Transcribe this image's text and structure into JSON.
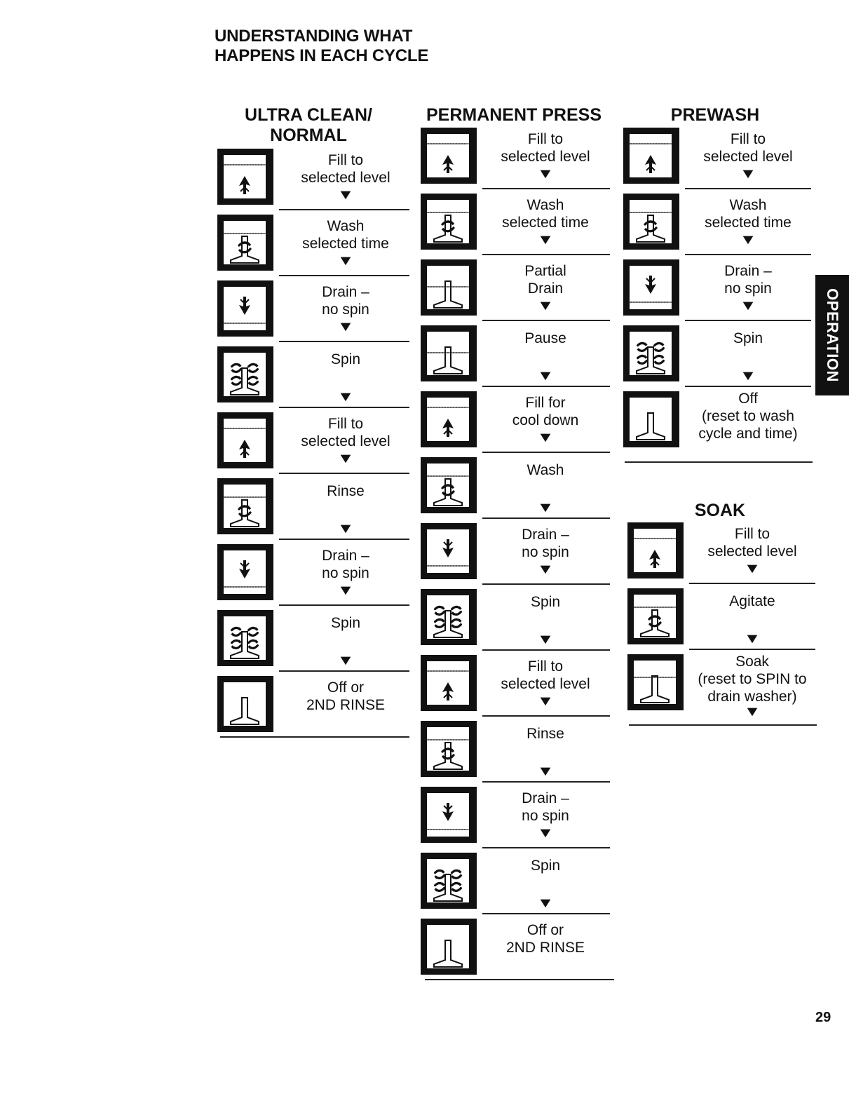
{
  "page_title": [
    "UNDERSTANDING WHAT",
    "HAPPENS IN EACH CYCLE"
  ],
  "columns": [
    {
      "id": "ultra-clean-normal",
      "heading": [
        "ULTRA CLEAN/",
        "NORMAL"
      ],
      "steps": [
        {
          "icon": "fill-icon",
          "lines": [
            "Fill to",
            "selected level"
          ],
          "arrow": true
        },
        {
          "icon": "wash-icon",
          "lines": [
            "Wash",
            "selected time"
          ],
          "arrow": true
        },
        {
          "icon": "drain-icon",
          "lines": [
            "Drain –",
            "no spin"
          ],
          "arrow": true
        },
        {
          "icon": "spin-icon",
          "lines": [
            "Spin"
          ],
          "arrow": true
        },
        {
          "icon": "fill-icon",
          "lines": [
            "Fill to",
            "selected level"
          ],
          "arrow": true
        },
        {
          "icon": "wash-icon",
          "lines": [
            "Rinse"
          ],
          "arrow": true
        },
        {
          "icon": "drain-icon",
          "lines": [
            "Drain –",
            "no spin"
          ],
          "arrow": true
        },
        {
          "icon": "spin-icon",
          "lines": [
            "Spin"
          ],
          "arrow": true
        },
        {
          "icon": "off-icon",
          "lines": [
            "Off or",
            "2ND RINSE"
          ],
          "arrow": false
        }
      ]
    },
    {
      "id": "permanent-press",
      "heading": [
        "PERMANENT PRESS"
      ],
      "steps": [
        {
          "icon": "fill-icon",
          "lines": [
            "Fill to",
            "selected level"
          ],
          "arrow": true
        },
        {
          "icon": "wash-icon",
          "lines": [
            "Wash",
            "selected time"
          ],
          "arrow": true
        },
        {
          "icon": "partial-drain-icon",
          "lines": [
            "Partial",
            "Drain"
          ],
          "arrow": true
        },
        {
          "icon": "partial-drain-icon",
          "lines": [
            "Pause"
          ],
          "arrow": true
        },
        {
          "icon": "fill-icon",
          "lines": [
            "Fill for",
            "cool down"
          ],
          "arrow": true
        },
        {
          "icon": "wash-icon",
          "lines": [
            "Wash"
          ],
          "arrow": true
        },
        {
          "icon": "drain-icon",
          "lines": [
            "Drain –",
            "no spin"
          ],
          "arrow": true
        },
        {
          "icon": "spin-icon",
          "lines": [
            "Spin"
          ],
          "arrow": true
        },
        {
          "icon": "fill-icon",
          "lines": [
            "Fill to",
            "selected level"
          ],
          "arrow": true
        },
        {
          "icon": "wash-icon",
          "lines": [
            "Rinse"
          ],
          "arrow": true
        },
        {
          "icon": "drain-icon",
          "lines": [
            "Drain –",
            "no spin"
          ],
          "arrow": true
        },
        {
          "icon": "spin-icon",
          "lines": [
            "Spin"
          ],
          "arrow": true
        },
        {
          "icon": "off-icon",
          "lines": [
            "Off or",
            "2ND RINSE"
          ],
          "arrow": false
        }
      ]
    },
    {
      "id": "prewash",
      "heading": [
        "PREWASH"
      ],
      "steps": [
        {
          "icon": "fill-icon",
          "lines": [
            "Fill to",
            "selected level"
          ],
          "arrow": true
        },
        {
          "icon": "wash-icon",
          "lines": [
            "Wash",
            "selected time"
          ],
          "arrow": true
        },
        {
          "icon": "drain-icon",
          "lines": [
            "Drain –",
            "no spin"
          ],
          "arrow": true
        },
        {
          "icon": "spin-icon",
          "lines": [
            "Spin"
          ],
          "arrow": true
        },
        {
          "icon": "off-icon",
          "lines": [
            "Off",
            "(reset to wash",
            "cycle and time)"
          ],
          "arrow": false
        }
      ]
    },
    {
      "id": "soak",
      "heading": [
        "SOAK"
      ],
      "steps": [
        {
          "icon": "fill-icon",
          "lines": [
            "Fill to",
            "selected level"
          ],
          "arrow": true
        },
        {
          "icon": "wash-icon",
          "lines": [
            "Agitate"
          ],
          "arrow": true
        },
        {
          "icon": "soak-icon",
          "lines": [
            "Soak",
            "(reset to SPIN to",
            "drain washer)"
          ],
          "arrow": true
        }
      ]
    }
  ],
  "side_tab": "OPERATION",
  "page_number": "29",
  "arrow_glyph": "▼"
}
